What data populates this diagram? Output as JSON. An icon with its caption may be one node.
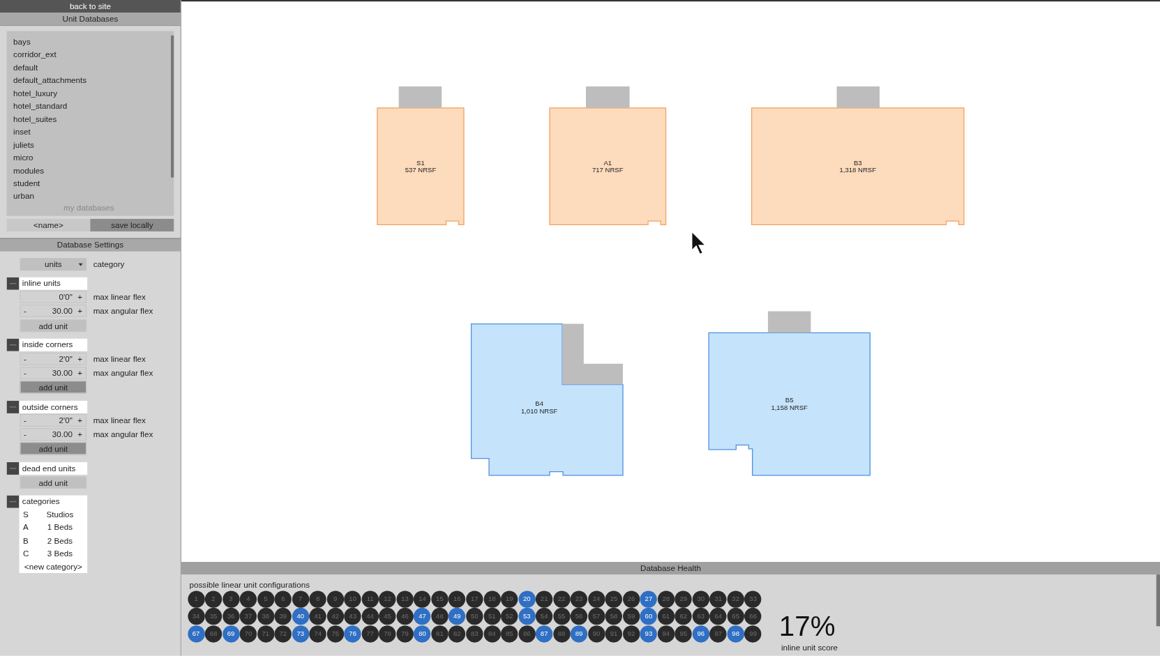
{
  "diagram": {
    "nodes": [
      {
        "text": [
          "S1",
          "537 NRSF"
        ]
      },
      {
        "text": [
          "A1",
          "717 NRSF"
        ]
      },
      {
        "text": [
          "B3",
          "1,318 NRSF"
        ]
      },
      {
        "text": [
          "B4",
          "1,010 NRSF"
        ]
      },
      {
        "text": [
          "B5",
          "1,158 NRSF"
        ]
      },
      {
        "text": [],
        "shape": "box"
      },
      {
        "text": [],
        "shape": "box"
      },
      {
        "text": [],
        "shape": "box"
      },
      {
        "text": [],
        "shape": "box"
      },
      {
        "text": [],
        "shape": "box"
      }
    ],
    "labels": [
      "back to site",
      "Unit Databases",
      "bays",
      "corridor_ext",
      "default",
      "default_attachments",
      "hotel_luxury",
      "hotel_standard",
      "hotel_suites",
      "inset",
      "juliets",
      "micro",
      "modules",
      "student",
      "urban",
      "my databases",
      "<name>",
      "save locally",
      "Database Settings",
      "units",
      "category",
      "inline units",
      "0'0\"",
      "+",
      "max linear flex",
      "-",
      "30.00",
      "+",
      "max angular flex",
      "add unit",
      "inside corners",
      "-",
      "2'0\"",
      "+",
      "max linear flex",
      "-",
      "30.00",
      "+",
      "max angular flex",
      "add unit",
      "outside corners",
      "-",
      "2'0\"",
      "+",
      "max linear flex",
      "-",
      "30.00",
      "+",
      "max angular flex",
      "add unit",
      "dead end units",
      "add unit",
      "categories",
      "S",
      "Studios",
      "A",
      "1 Beds",
      "B",
      "2 Beds",
      "C",
      "3 Beds",
      "<new category>",
      "Database Health",
      "possible linear unit configurations",
      "1",
      "2",
      "3",
      "4",
      "5",
      "6",
      "7",
      "8",
      "9",
      "10",
      "11",
      "12",
      "13",
      "14",
      "15",
      "16",
      "17",
      "18",
      "19",
      "20",
      "21",
      "22",
      "23",
      "24",
      "25",
      "26",
      "27",
      "28",
      "29",
      "30",
      "31",
      "32",
      "33",
      "34",
      "35",
      "36",
      "37",
      "38",
      "39",
      "40",
      "41",
      "42",
      "43",
      "44",
      "45",
      "46",
      "47",
      "48",
      "49",
      "50",
      "51",
      "52",
      "53",
      "54",
      "55",
      "56",
      "57",
      "58",
      "59",
      "60",
      "61",
      "62",
      "63",
      "64",
      "65",
      "66",
      "67",
      "68",
      "69",
      "70",
      "71",
      "72",
      "73",
      "74",
      "75",
      "76",
      "77",
      "78",
      "79",
      "80",
      "81",
      "82",
      "83",
      "84",
      "85",
      "86",
      "87",
      "88",
      "89",
      "90",
      "91",
      "92",
      "93",
      "94",
      "95",
      "96",
      "97",
      "98",
      "99",
      "17%",
      "inline unit score"
    ]
  }
}
